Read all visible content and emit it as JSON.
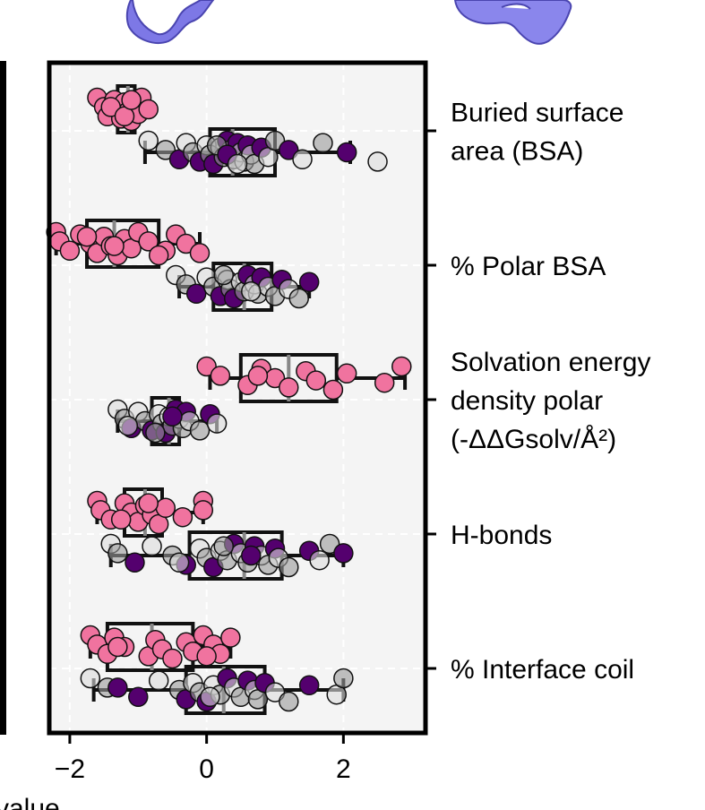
{
  "chart_data": {
    "type": "box-strip",
    "orientation": "horizontal",
    "title": "",
    "xlabel": "value",
    "ylabel": "",
    "xlim": [
      -2.3,
      3.2
    ],
    "x_ticks": [
      -2,
      0,
      2
    ],
    "x_tick_labels": [
      "−2",
      "0",
      "2"
    ],
    "grid": true,
    "categories": [
      {
        "label_lines": [
          "Buried surface",
          "area (BSA)"
        ]
      },
      {
        "label_lines": [
          "% Polar BSA"
        ]
      },
      {
        "label_lines": [
          "Solvation energy",
          "density polar",
          "(-ΔΔGsolv/Å²)"
        ]
      },
      {
        "label_lines": [
          "H-bonds"
        ]
      },
      {
        "label_lines": [
          "% Interface coil"
        ]
      }
    ],
    "groups": [
      {
        "id": "pink",
        "color": "#f0739f"
      },
      {
        "id": "comparison",
        "colors": [
          "#dcdcdc",
          "#9a9a9a",
          "#54006e"
        ]
      }
    ],
    "boxes": [
      {
        "category": 0,
        "group": "pink",
        "q1": -1.3,
        "median": -1.15,
        "q3": -1.05,
        "whisker_low": -1.3,
        "whisker_high": -1.05
      },
      {
        "category": 0,
        "group": "comparison",
        "q1": 0.05,
        "median": 0.38,
        "q3": 1.0,
        "whisker_low": -0.9,
        "whisker_high": 2.1
      },
      {
        "category": 1,
        "group": "pink",
        "q1": -1.75,
        "median": -1.35,
        "q3": -0.7,
        "whisker_low": -2.2,
        "whisker_high": -0.1
      },
      {
        "category": 1,
        "group": "comparison",
        "q1": 0.1,
        "median": 0.55,
        "q3": 0.95,
        "whisker_low": -0.4,
        "whisker_high": 1.5
      },
      {
        "category": 2,
        "group": "pink",
        "q1": 0.5,
        "median": 1.2,
        "q3": 1.9,
        "whisker_low": 0.05,
        "whisker_high": 2.9
      },
      {
        "category": 2,
        "group": "comparison",
        "q1": -0.8,
        "median": -0.55,
        "q3": -0.4,
        "whisker_low": -1.3,
        "whisker_high": 0.15
      },
      {
        "category": 3,
        "group": "pink",
        "q1": -1.2,
        "median": -0.9,
        "q3": -0.65,
        "whisker_low": -1.6,
        "whisker_high": -0.05
      },
      {
        "category": 3,
        "group": "comparison",
        "q1": -0.25,
        "median": 0.55,
        "q3": 1.1,
        "whisker_low": -1.4,
        "whisker_high": 2.0
      },
      {
        "category": 4,
        "group": "pink",
        "q1": -1.45,
        "median": -0.8,
        "q3": -0.2,
        "whisker_low": -1.7,
        "whisker_high": 0.35
      },
      {
        "category": 4,
        "group": "comparison",
        "q1": -0.3,
        "median": 0.25,
        "q3": 0.85,
        "whisker_low": -1.65,
        "whisker_high": 2.0
      }
    ],
    "points": [
      {
        "category": 0,
        "group": "pink",
        "x": [
          -1.6,
          -1.5,
          -1.45,
          -1.35,
          -1.3,
          -1.25,
          -1.2,
          -1.15,
          -1.1,
          -1.05,
          -1.0,
          -0.95,
          -1.4,
          -1.2,
          -1.1,
          -0.85
        ]
      },
      {
        "category": 0,
        "group": "comparison",
        "x": [
          -0.85,
          -0.6,
          -0.4,
          -0.3,
          -0.2,
          -0.1,
          0.0,
          0.05,
          0.1,
          0.2,
          0.25,
          0.3,
          0.35,
          0.4,
          0.45,
          0.5,
          0.55,
          0.6,
          0.65,
          0.7,
          0.8,
          0.9,
          1.0,
          1.2,
          1.4,
          1.7,
          2.05,
          2.5,
          0.15,
          0.3,
          0.45
        ]
      },
      {
        "category": 1,
        "group": "pink",
        "x": [
          -2.2,
          -2.15,
          -2.0,
          -1.85,
          -1.7,
          -1.6,
          -1.5,
          -1.4,
          -1.3,
          -1.2,
          -1.1,
          -1.0,
          -0.85,
          -0.6,
          -0.45,
          -0.3,
          -0.1,
          -1.75,
          -1.35,
          -0.7
        ]
      },
      {
        "category": 1,
        "group": "comparison",
        "x": [
          -0.45,
          -0.3,
          -0.15,
          0.0,
          0.1,
          0.2,
          0.3,
          0.35,
          0.4,
          0.5,
          0.55,
          0.6,
          0.7,
          0.75,
          0.8,
          0.9,
          1.0,
          1.1,
          1.2,
          1.35,
          1.5,
          0.65,
          0.25
        ]
      },
      {
        "category": 2,
        "group": "pink",
        "x": [
          0.0,
          0.2,
          0.6,
          0.8,
          1.0,
          1.2,
          1.45,
          1.6,
          1.85,
          2.05,
          2.6,
          2.85,
          0.75
        ]
      },
      {
        "category": 2,
        "group": "comparison",
        "x": [
          -1.3,
          -1.2,
          -1.1,
          -1.0,
          -0.9,
          -0.8,
          -0.7,
          -0.65,
          -0.6,
          -0.55,
          -0.5,
          -0.45,
          -0.4,
          -0.35,
          -0.3,
          -0.25,
          -0.1,
          0.05,
          0.15,
          -0.75,
          -0.5,
          -1.15
        ]
      },
      {
        "category": 3,
        "group": "pink",
        "x": [
          -1.6,
          -1.55,
          -1.4,
          -1.2,
          -1.1,
          -1.0,
          -0.9,
          -0.8,
          -0.7,
          -0.6,
          -0.35,
          -0.05,
          -0.05,
          -1.25,
          -0.85
        ]
      },
      {
        "category": 3,
        "group": "comparison",
        "x": [
          -1.4,
          -1.3,
          -1.05,
          -0.8,
          -0.5,
          -0.3,
          -0.1,
          0.0,
          0.1,
          0.2,
          0.3,
          0.4,
          0.5,
          0.6,
          0.7,
          0.8,
          0.9,
          1.0,
          1.05,
          1.2,
          1.5,
          1.65,
          1.8,
          2.0,
          -0.4,
          0.25,
          0.65
        ]
      },
      {
        "category": 4,
        "group": "pink",
        "x": [
          -1.7,
          -1.6,
          -1.45,
          -1.35,
          -1.2,
          -0.85,
          -0.75,
          -0.65,
          -0.5,
          -0.3,
          -0.2,
          -0.05,
          0.1,
          0.2,
          0.35,
          -1.3,
          0.0
        ]
      },
      {
        "category": 4,
        "group": "comparison",
        "x": [
          -1.7,
          -1.45,
          -1.0,
          -0.7,
          -0.4,
          -0.3,
          -0.2,
          -0.1,
          0.0,
          0.1,
          0.2,
          0.3,
          0.4,
          0.5,
          0.6,
          0.7,
          0.75,
          0.85,
          1.0,
          1.2,
          1.5,
          1.9,
          2.0,
          -1.3,
          0.05
        ]
      }
    ]
  }
}
